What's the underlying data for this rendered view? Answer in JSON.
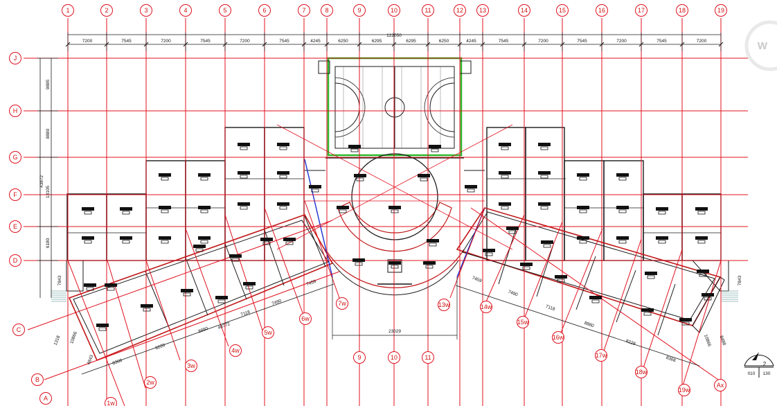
{
  "grid_columns": [
    "1",
    "2",
    "3",
    "4",
    "5",
    "6",
    "7",
    "8",
    "9",
    "10",
    "11",
    "12",
    "13",
    "14",
    "15",
    "16",
    "17",
    "18",
    "19"
  ],
  "grid_rows": [
    "J",
    "H",
    "G",
    "F",
    "E",
    "D",
    "C",
    "B",
    "A"
  ],
  "bottom_columns": [
    "9",
    "10",
    "11"
  ],
  "radial_axes": [
    "1w",
    "2w",
    "3w",
    "4w",
    "5w",
    "6w",
    "7w",
    "13w",
    "14w",
    "15w",
    "16w",
    "17w",
    "18w",
    "19w",
    "Ax"
  ],
  "top_total": "122050",
  "top_dims": [
    "7200",
    "7545",
    "7200",
    "7545",
    "7200",
    "7545",
    "4245",
    "6250",
    "6295",
    "6295",
    "6250",
    "4245",
    "7545",
    "7200",
    "7545",
    "7200",
    "7545",
    "7200"
  ],
  "left_dims": [
    "9885",
    "8880",
    "13105",
    "6180"
  ],
  "left_total": "43872",
  "bottom_dim": "23029",
  "left_wing_dims": [
    "8368",
    "8228",
    "8880",
    "48772",
    "7118",
    "7490",
    "7459"
  ],
  "right_wing_dims": [
    "7459",
    "7490",
    "7118",
    "8880",
    "8228",
    "8368"
  ],
  "side_dims": [
    "7843",
    "7843",
    "1318",
    "10866",
    "10866",
    "8488",
    "4843"
  ],
  "stamp": {
    "top": "2",
    "bottom_left": "010",
    "bottom_right": "130"
  },
  "watermark": "W",
  "colors": {
    "axis": "#e0101e",
    "wall": "#c01818",
    "line": "#1a1a1a",
    "court": "#2db82d"
  }
}
